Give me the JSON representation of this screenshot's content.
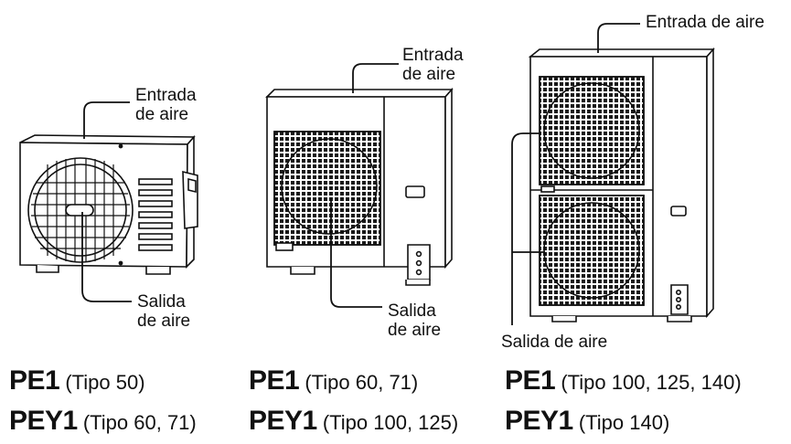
{
  "labels": {
    "unit1_inlet_line1": "Entrada",
    "unit1_inlet_line2": "de aire",
    "unit1_outlet_line1": "Salida",
    "unit1_outlet_line2": "de aire",
    "unit2_inlet_line1": "Entrada",
    "unit2_inlet_line2": "de aire",
    "unit2_outlet_line1": "Salida",
    "unit2_outlet_line2": "de aire",
    "unit3_inlet": "Entrada de aire",
    "unit3_outlet": "Salida de aire"
  },
  "captions": [
    {
      "model": "PE1",
      "type": " (Tipo 50)"
    },
    {
      "model": "PE1",
      "type": " (Tipo 60, 71)"
    },
    {
      "model": "PE1",
      "type": " (Tipo 100, 125, 140)"
    },
    {
      "model": "PEY1",
      "type": " (Tipo 60, 71)"
    },
    {
      "model": "PEY1",
      "type": " (Tipo 100, 125)"
    },
    {
      "model": "PEY1",
      "type": " (Tipo 140)"
    }
  ]
}
